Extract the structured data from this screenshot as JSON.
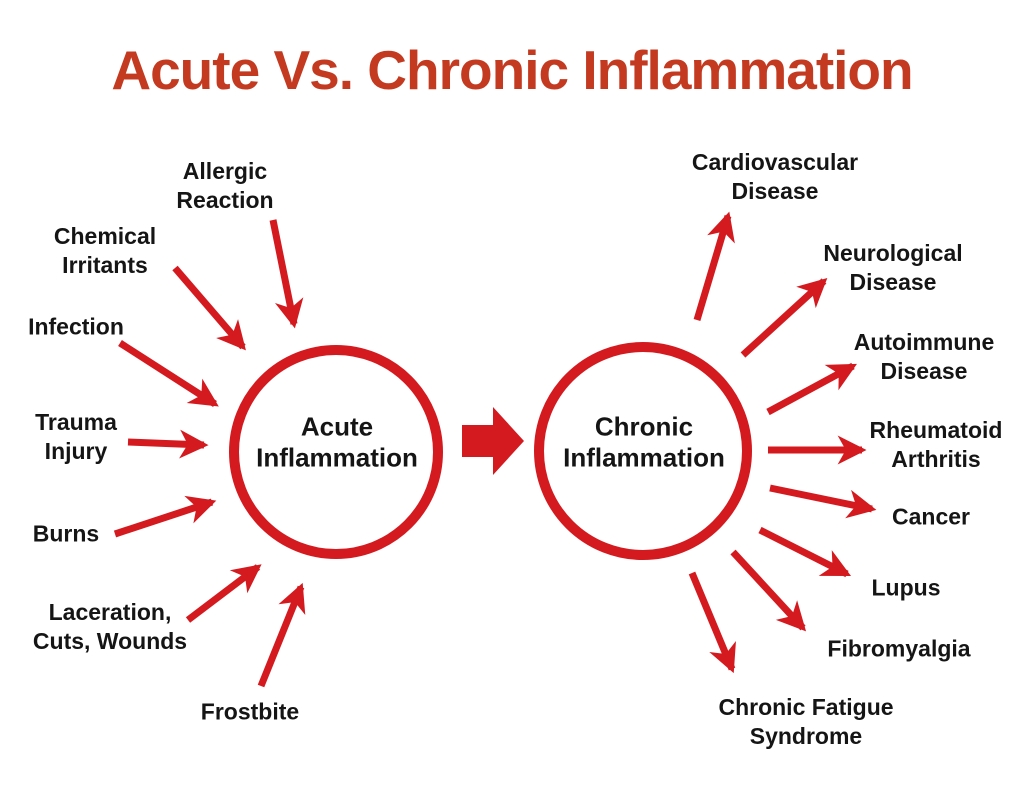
{
  "title": "Acute Vs. Chronic Inflammation",
  "colors": {
    "red": "#d41a1f",
    "title": "#c43a20",
    "text": "#151515",
    "bg": "#ffffff"
  },
  "nodes": {
    "acute": "Acute\nInflammation",
    "chronic": "Chronic\nInflammation"
  },
  "causes": [
    {
      "label": "Allergic\nReaction"
    },
    {
      "label": "Chemical\nIrritants"
    },
    {
      "label": "Infection"
    },
    {
      "label": "Trauma\nInjury"
    },
    {
      "label": "Burns"
    },
    {
      "label": "Laceration,\nCuts, Wounds"
    },
    {
      "label": "Frostbite"
    }
  ],
  "effects": [
    {
      "label": "Cardiovascular\nDisease"
    },
    {
      "label": "Neurological\nDisease"
    },
    {
      "label": "Autoimmune\nDisease"
    },
    {
      "label": "Rheumatoid\nArthritis"
    },
    {
      "label": "Cancer"
    },
    {
      "label": "Lupus"
    },
    {
      "label": "Fibromyalgia"
    },
    {
      "label": "Chronic Fatigue\nSyndrome"
    }
  ]
}
